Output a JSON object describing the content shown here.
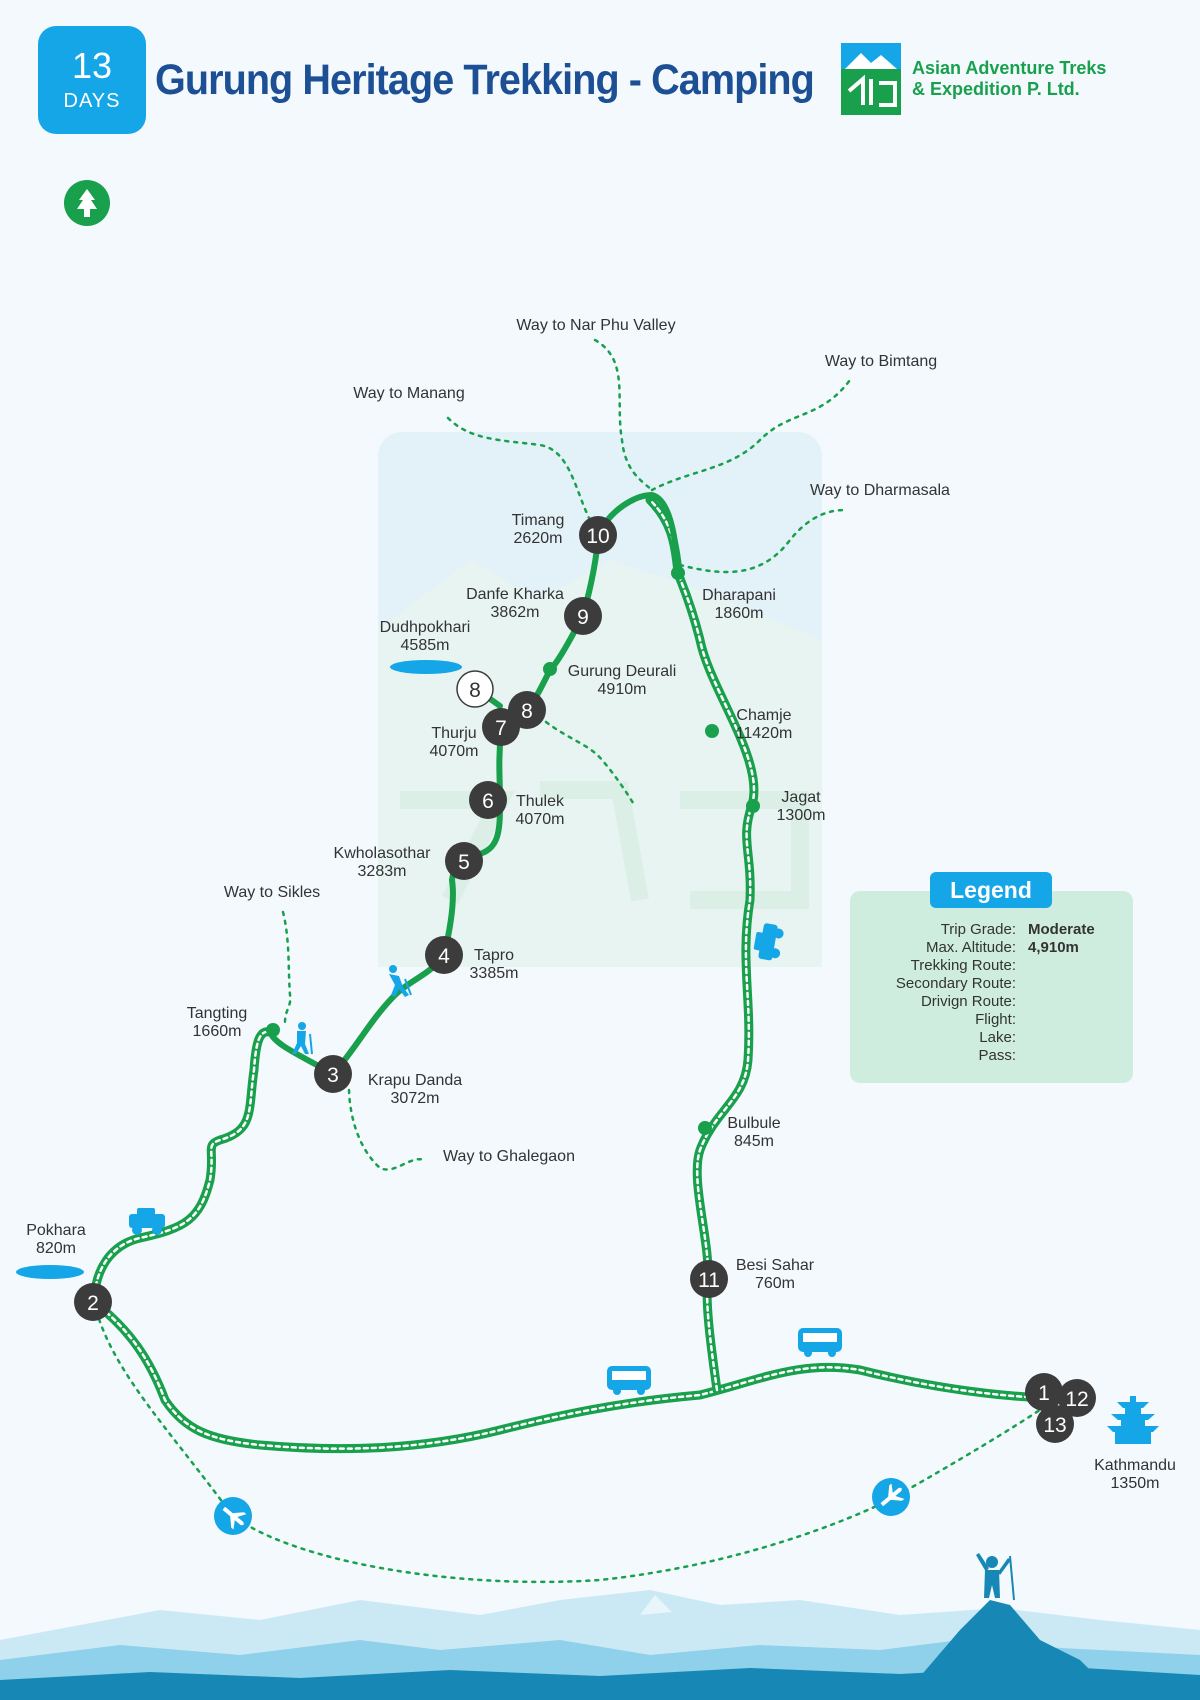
{
  "header": {
    "days_number": "13",
    "days_unit": "DAYS",
    "title": "Gurung Heritage Trekking - Camping",
    "company_line1": "Asian Adventure Treks",
    "company_line2": "& Expedition P. Ltd."
  },
  "colors": {
    "trek_green": "#18a04c",
    "accent_blue": "#14a6e6",
    "title_blue": "#1c4f94",
    "stop_dark": "#3c3c3c",
    "legend_bg": "#cfeddf",
    "pass_red": "#e0302a"
  },
  "icons": [
    "tree-icon",
    "jeep-icon",
    "bus-icon",
    "airplane-icon",
    "hiker-icon",
    "lake-icon",
    "pass-icon",
    "temple-icon",
    "summit-person-icon",
    "mountain-logo-icon"
  ],
  "places": {
    "pokhara": [
      "Pokhara",
      "820m"
    ],
    "tangting": [
      "Tangting",
      "1660m"
    ],
    "krapu_danda": [
      "Krapu Danda",
      "3072m"
    ],
    "tapro": [
      "Tapro",
      "3385m"
    ],
    "kwholasothar": [
      "Kwholasothar",
      "3283m"
    ],
    "thulek": [
      "Thulek",
      "4070m"
    ],
    "thurju": [
      "Thurju",
      "4070m"
    ],
    "dudhpokhari": [
      "Dudhpokhari",
      "4585m"
    ],
    "gurung_deurali": [
      "Gurung Deurali",
      "4910m"
    ],
    "danfe_kharka": [
      "Danfe Kharka",
      "3862m"
    ],
    "timang": [
      "Timang",
      "2620m"
    ],
    "dharapani": [
      "Dharapani",
      "1860m"
    ],
    "chamje": [
      "Chamje",
      "11420m"
    ],
    "jagat": [
      "Jagat",
      "1300m"
    ],
    "bulbule": [
      "Bulbule",
      "845m"
    ],
    "besi_sahar": [
      "Besi Sahar",
      "760m"
    ],
    "kathmandu": [
      "Kathmandu",
      "1350m"
    ]
  },
  "ways": {
    "nar_phu": "Way to Nar Phu Valley",
    "bimtang": "Way to Bimtang",
    "manang": "Way to Manang",
    "dharmasala": "Way to Dharmasala",
    "sikles": "Way to Sikles",
    "ghalegaon": "Way to Ghalegaon"
  },
  "stops": {
    "s1": "1",
    "s2": "2",
    "s3": "3",
    "s4": "4",
    "s5": "5",
    "s6": "6",
    "s7": "7",
    "s8": "8",
    "s8b": "8",
    "s9": "9",
    "s10": "10",
    "s11": "11",
    "s12": "12",
    "s13": "13"
  },
  "legend": {
    "title": "Legend",
    "trip_grade_label": "Trip Grade:",
    "trip_grade_value": "Moderate",
    "max_altitude_label": "Max. Altitude:",
    "max_altitude_value": "4,910m",
    "trekking_route_label": "Trekking Route:",
    "secondary_route_label": "Secondary Route:",
    "driving_route_label": "Drivign Route:",
    "flight_label": "Flight:",
    "lake_label": "Lake:",
    "pass_label": "Pass:"
  }
}
